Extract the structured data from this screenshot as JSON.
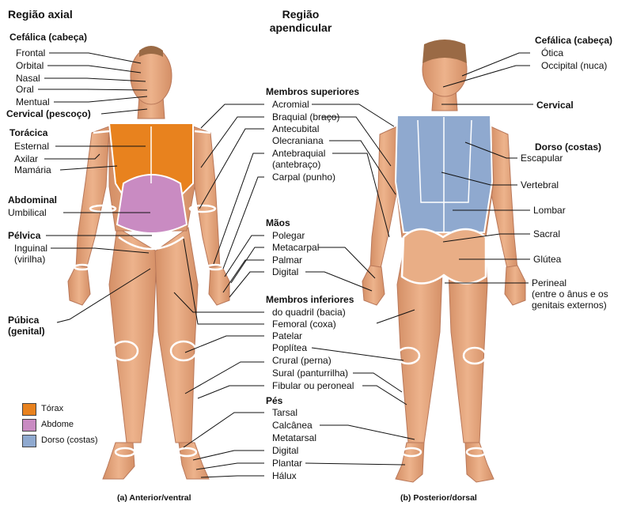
{
  "headings": {
    "axial": "Região axial",
    "appendicular": [
      "Região",
      "apendicular"
    ]
  },
  "anterior_left": {
    "cephalic": "Cefálica (cabeça)",
    "frontal": "Frontal",
    "orbital": "Orbital",
    "nasal": "Nasal",
    "oral": "Oral",
    "mental": "Mentual",
    "cervical": "Cervical (pescoço)",
    "thoracic": "Torácica",
    "sternal": "Esternal",
    "axillary": "Axilar",
    "mammary": "Mamária",
    "abdominal": "Abdominal",
    "umbilical": "Umbilical",
    "pelvic": "Pélvica",
    "inguinal": [
      "Inguinal",
      "(virilha)"
    ],
    "pubic": [
      "Púbica",
      "(genital)"
    ]
  },
  "middle": {
    "upper_limbs": "Membros superiores",
    "acromial": "Acromial",
    "brachial": "Braquial (braço)",
    "antecubital": "Antecubital",
    "olecranal": "Olecraniana",
    "antebrachial": [
      "Antebraquial",
      "(antebraço)"
    ],
    "carpal": "Carpal (punho)",
    "hands": "Mãos",
    "pollex": "Polegar",
    "metacarpal": "Metacarpal",
    "palmar": "Palmar",
    "digital_hand": "Digital",
    "lower_limbs": "Membros inferiores",
    "coxal": "do quadril (bacia)",
    "femoral": "Femoral (coxa)",
    "patellar": "Patelar",
    "popliteal": "Poplítea",
    "crural": "Crural (perna)",
    "sural": "Sural (panturrilha)",
    "fibular": "Fibular ou peroneal",
    "feet": "Pés",
    "tarsal": "Tarsal",
    "calcaneal": "Calcânea",
    "metatarsal": "Metatarsal",
    "digital_foot": "Digital",
    "plantar": "Plantar",
    "hallux": "Hálux"
  },
  "posterior_right": {
    "cephalic": "Cefálica (cabeça)",
    "otic": "Ótica",
    "occipital": "Occipital (nuca)",
    "cervical": "Cervical",
    "dorsum": "Dorso (costas)",
    "scapular": "Escapular",
    "vertebral": "Vertebral",
    "lumbar": "Lombar",
    "sacral": "Sacral",
    "gluteal": "Glútea",
    "perineal": [
      "Perineal",
      "(entre o ânus e os",
      "genitais externos)"
    ]
  },
  "legend": [
    {
      "label": "Tórax",
      "color": "#E8821E"
    },
    {
      "label": "Abdome",
      "color": "#C98BC2"
    },
    {
      "label": "Dorso (costas)",
      "color": "#8FA9CF"
    }
  ],
  "captions": {
    "anterior": "(a) Anterior/ventral",
    "posterior": "(b) Posterior/dorsal"
  },
  "colors": {
    "skin": "#E7A77E",
    "skin_shadow": "#C98460",
    "hair": "#9A6A45",
    "thorax": "#E8821E",
    "abdomen": "#C98BC2",
    "dorsum": "#8FA9CF",
    "leader": "#111111"
  }
}
